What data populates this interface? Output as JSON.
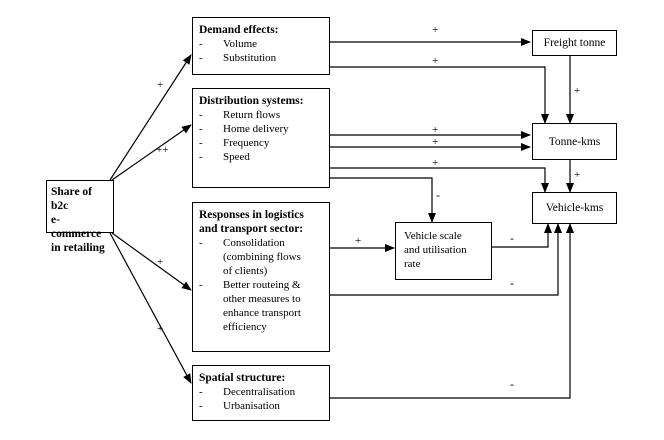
{
  "nodes": {
    "share": {
      "lines": [
        "Share of b2c",
        "e-commerce",
        "in retailing"
      ]
    },
    "demand": {
      "title": "Demand effects:",
      "items": [
        "Volume",
        "Substitution"
      ]
    },
    "distribution": {
      "title": "Distribution systems:",
      "items": [
        "Return flows",
        "Home delivery",
        "Frequency",
        "Speed"
      ]
    },
    "responses": {
      "title_line1": "Responses in logistics",
      "title_line2": "and transport sector:",
      "item1": [
        "Consolidation",
        "(combining flows",
        "of clients)"
      ],
      "item2": [
        "Better routeing  &",
        "other measures to",
        "enhance transport",
        "efficiency"
      ]
    },
    "spatial": {
      "title": "Spatial structure:",
      "items": [
        "Decentralisation",
        "Urbanisation"
      ]
    },
    "freight": {
      "label": "Freight tonne"
    },
    "tonnekms": {
      "label": "Tonne-kms"
    },
    "vehiclekms": {
      "label": "Vehicle-kms"
    },
    "vehiclescale": {
      "lines": [
        "Vehicle scale",
        "and utilisation",
        "rate"
      ]
    }
  },
  "bullet": "-",
  "signs": {
    "share_demand": "+",
    "share_distribution": "++",
    "share_responses": "+",
    "share_spatial": "+",
    "demand_freight": "+",
    "demand_tonne": "+",
    "dist_tonne_1": "+",
    "dist_tonne_2": "+",
    "dist_vehicle": "+",
    "dist_scale": "-",
    "freight_tonne": "+",
    "tonne_vehicle": "+",
    "resp_scale": "+",
    "scale_vehicle": "-",
    "resp_vehicle": "-",
    "spatial_vehicle": "-"
  }
}
